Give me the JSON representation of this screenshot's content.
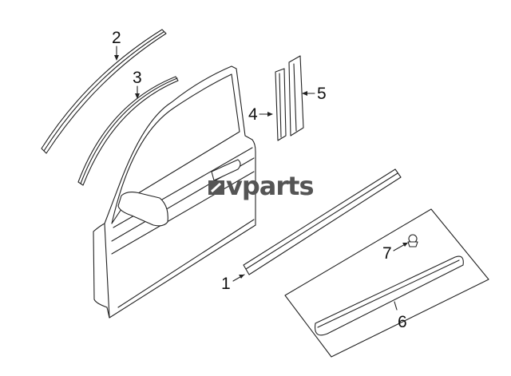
{
  "diagram": {
    "callouts": [
      "1",
      "2",
      "3",
      "4",
      "5",
      "6",
      "7"
    ],
    "watermark": "vparts"
  },
  "colors": {
    "line": "#222222",
    "watermark": "#555555"
  }
}
